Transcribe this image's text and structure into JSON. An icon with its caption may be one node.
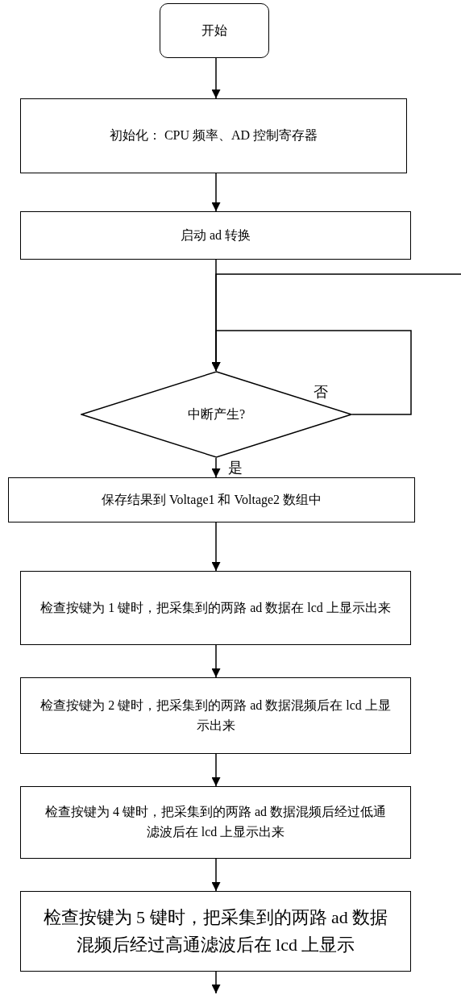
{
  "diagram": {
    "nodes": [
      {
        "text": [
          "开始"
        ]
      },
      {
        "text": [
          "初始化： CPU 频率、AD 控制寄存器"
        ]
      },
      {
        "text": [
          "启动 ad 转换"
        ]
      },
      {
        "text": [
          "中断产生?"
        ]
      },
      {
        "text": [
          "保存结果到 Voltage1 和 Voltage2 数组中"
        ]
      },
      {
        "text": [
          "检查按键为 1 键时，把采集到的两路 ad 数据在 lcd 上显示出来"
        ]
      },
      {
        "text": [
          "检查按键为 2 键时，把采集到的两路 ad 数据混频后在 lcd 上显示出来"
        ]
      },
      {
        "text": [
          "检查按键为 4 键时，把采集到的两路 ad 数据混频后经过低通滤波后在 lcd 上显示出来"
        ]
      },
      {
        "text": [
          "检查按键为 5 键时，把采集到的两路 ad 数据混频后经过高通滤波后在 lcd 上显示"
        ]
      }
    ],
    "edges": [
      {
        "from": 0,
        "to": 1,
        "arrow": "to"
      },
      {
        "from": 1,
        "to": 2,
        "arrow": "to"
      },
      {
        "from": 2,
        "to": 3,
        "arrow": "to"
      },
      {
        "from": null,
        "to": 3,
        "arrow": "to"
      },
      {
        "from": 3,
        "to": 3,
        "label": "否",
        "arrow": "to"
      },
      {
        "from": 3,
        "to": 4,
        "label": "是",
        "arrow": "to"
      },
      {
        "from": 4,
        "to": 5,
        "arrow": "to"
      },
      {
        "from": 5,
        "to": 6,
        "arrow": "to"
      },
      {
        "from": 6,
        "to": 7,
        "arrow": "to"
      },
      {
        "from": 7,
        "to": 8,
        "arrow": "to"
      },
      {
        "from": 8,
        "to": null,
        "arrow": "to"
      }
    ]
  }
}
